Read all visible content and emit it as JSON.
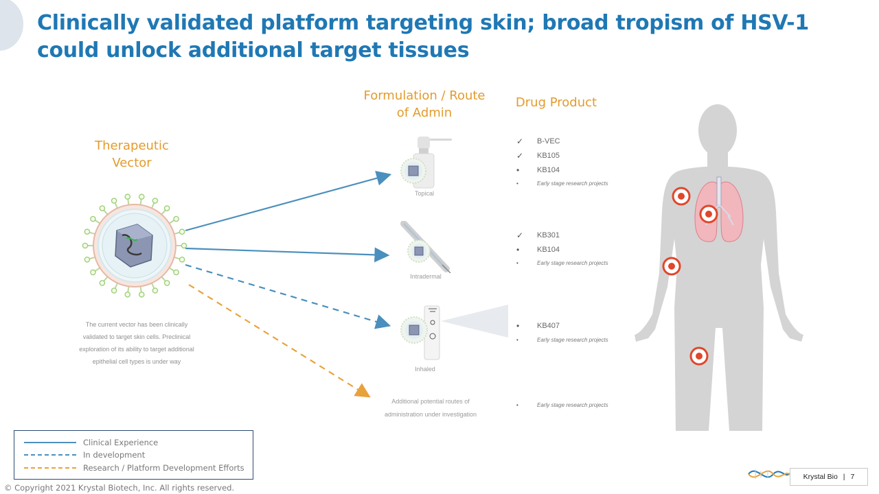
{
  "title": "Clinically validated platform targeting skin; broad tropism of HSV-1 could unlock additional target tissues",
  "columns": {
    "vector": "Therapeutic Vector",
    "route": "Formulation / Route of Admin",
    "product": "Drug Product"
  },
  "vector_caption": "The current vector has been clinically validated to target skin cells. Preclinical exploration of its ability to target additional epithelial cell types is under way",
  "routes": {
    "topical": "Topical",
    "intradermal": "Intradermal",
    "inhaled": "Inhaled",
    "additional": "Additional potential routes of administration under investigation"
  },
  "drug_products": {
    "topical": [
      {
        "mark": "✓",
        "label": "B-VEC"
      },
      {
        "mark": "✓",
        "label": "KB105"
      },
      {
        "mark": "•",
        "label": "KB104"
      },
      {
        "mark": "•",
        "label": "Early stage research projects"
      }
    ],
    "intradermal": [
      {
        "mark": "✓",
        "label": "KB301"
      },
      {
        "mark": "•",
        "label": "KB104"
      },
      {
        "mark": "•",
        "label": "Early stage research projects"
      }
    ],
    "inhaled": [
      {
        "mark": "•",
        "label": "KB407"
      },
      {
        "mark": "•",
        "label": "Early stage research projects"
      }
    ],
    "additional": [
      {
        "mark": "•",
        "label": "Early stage research projects"
      }
    ]
  },
  "legend": [
    {
      "label": "Clinical Experience",
      "style": "solid",
      "color": "#4a8fbd"
    },
    {
      "label": "In development",
      "style": "dashed",
      "color": "#4a8fbd"
    },
    {
      "label": "Research / Platform Development Efforts",
      "style": "dashed",
      "color": "#e8a23a"
    }
  ],
  "footer": {
    "copyright": "© Copyright 2021 Krystal Biotech, Inc. All rights reserved.",
    "company": "Krystal Bio",
    "separator": "|",
    "page_number": "7"
  },
  "colors": {
    "title": "#1f78b4",
    "accent_orange": "#e39b2c",
    "arrow_blue": "#4a8fbd",
    "arrow_orange": "#e8a23a",
    "target_red": "#e0472b",
    "silhouette": "#d4d4d4"
  },
  "icons": [
    "virus-icon",
    "spray-bottle-icon",
    "syringe-icon",
    "inhaler-icon",
    "body-silhouette",
    "lungs-icon",
    "target-icon",
    "krystal-logo"
  ]
}
